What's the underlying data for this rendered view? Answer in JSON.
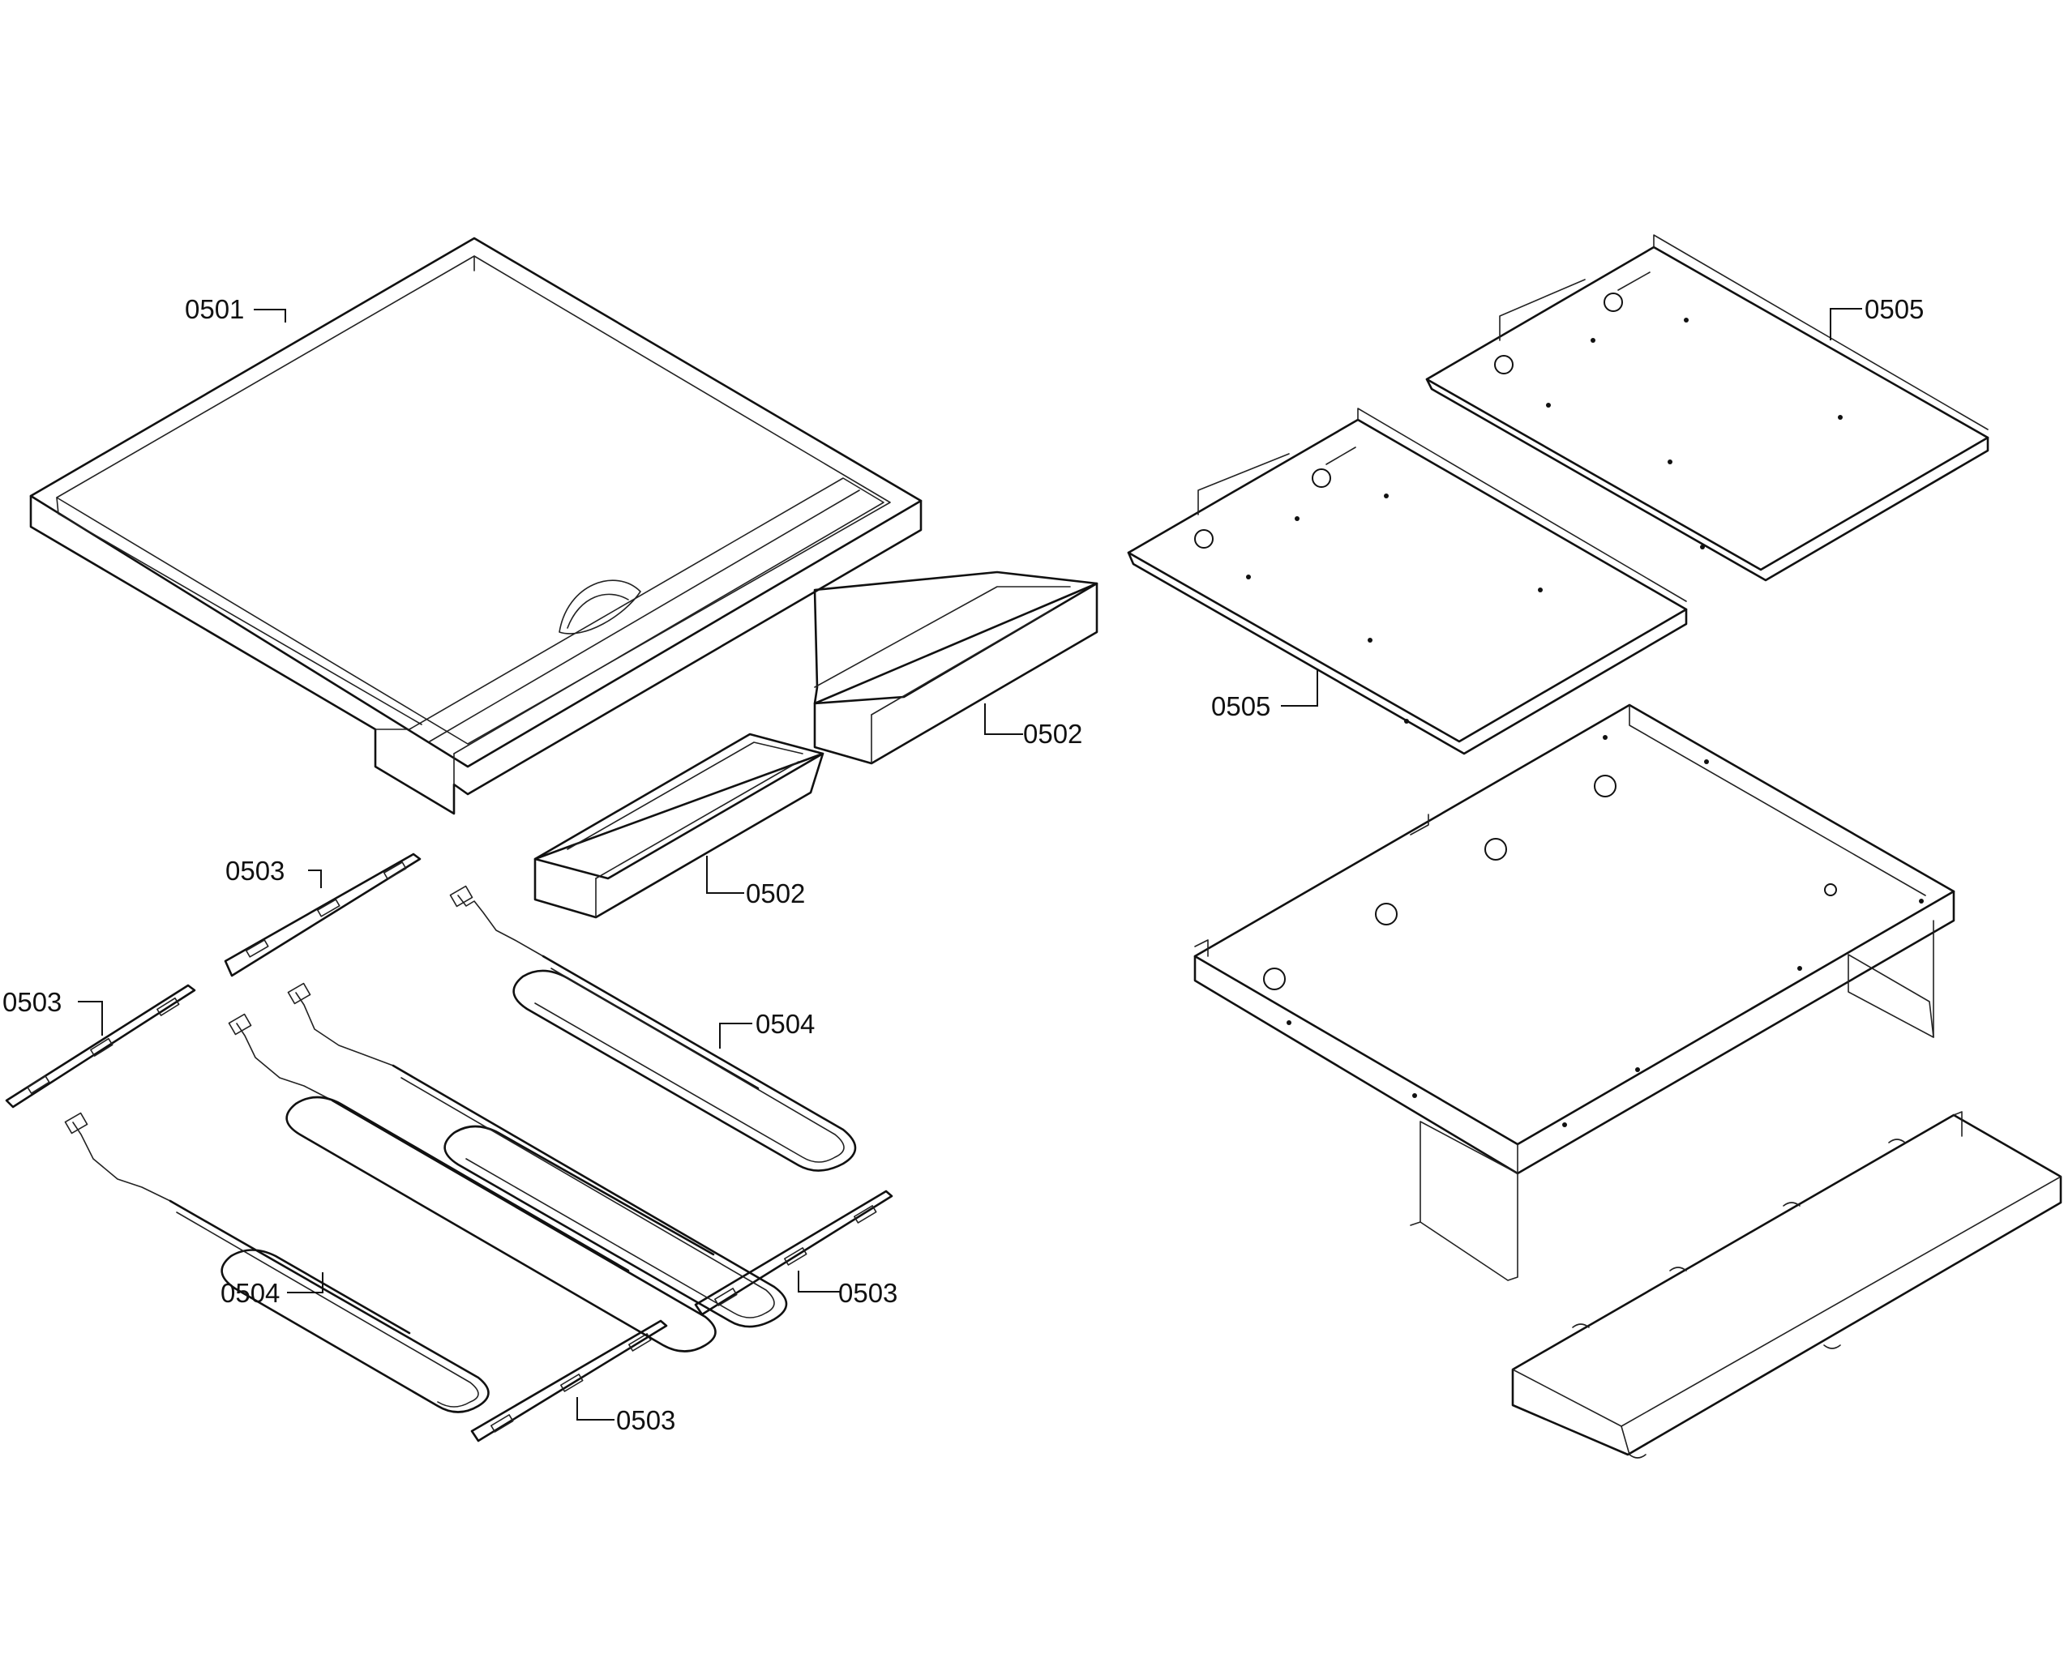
{
  "callouts": {
    "c0501": "0501",
    "c0502a": "0502",
    "c0502b": "0502",
    "c0503a": "0503",
    "c0503b": "0503",
    "c0503c": "0503",
    "c0503d": "0503",
    "c0504a": "0504",
    "c0504b": "0504",
    "c0505a": "0505",
    "c0505b": "0505"
  }
}
